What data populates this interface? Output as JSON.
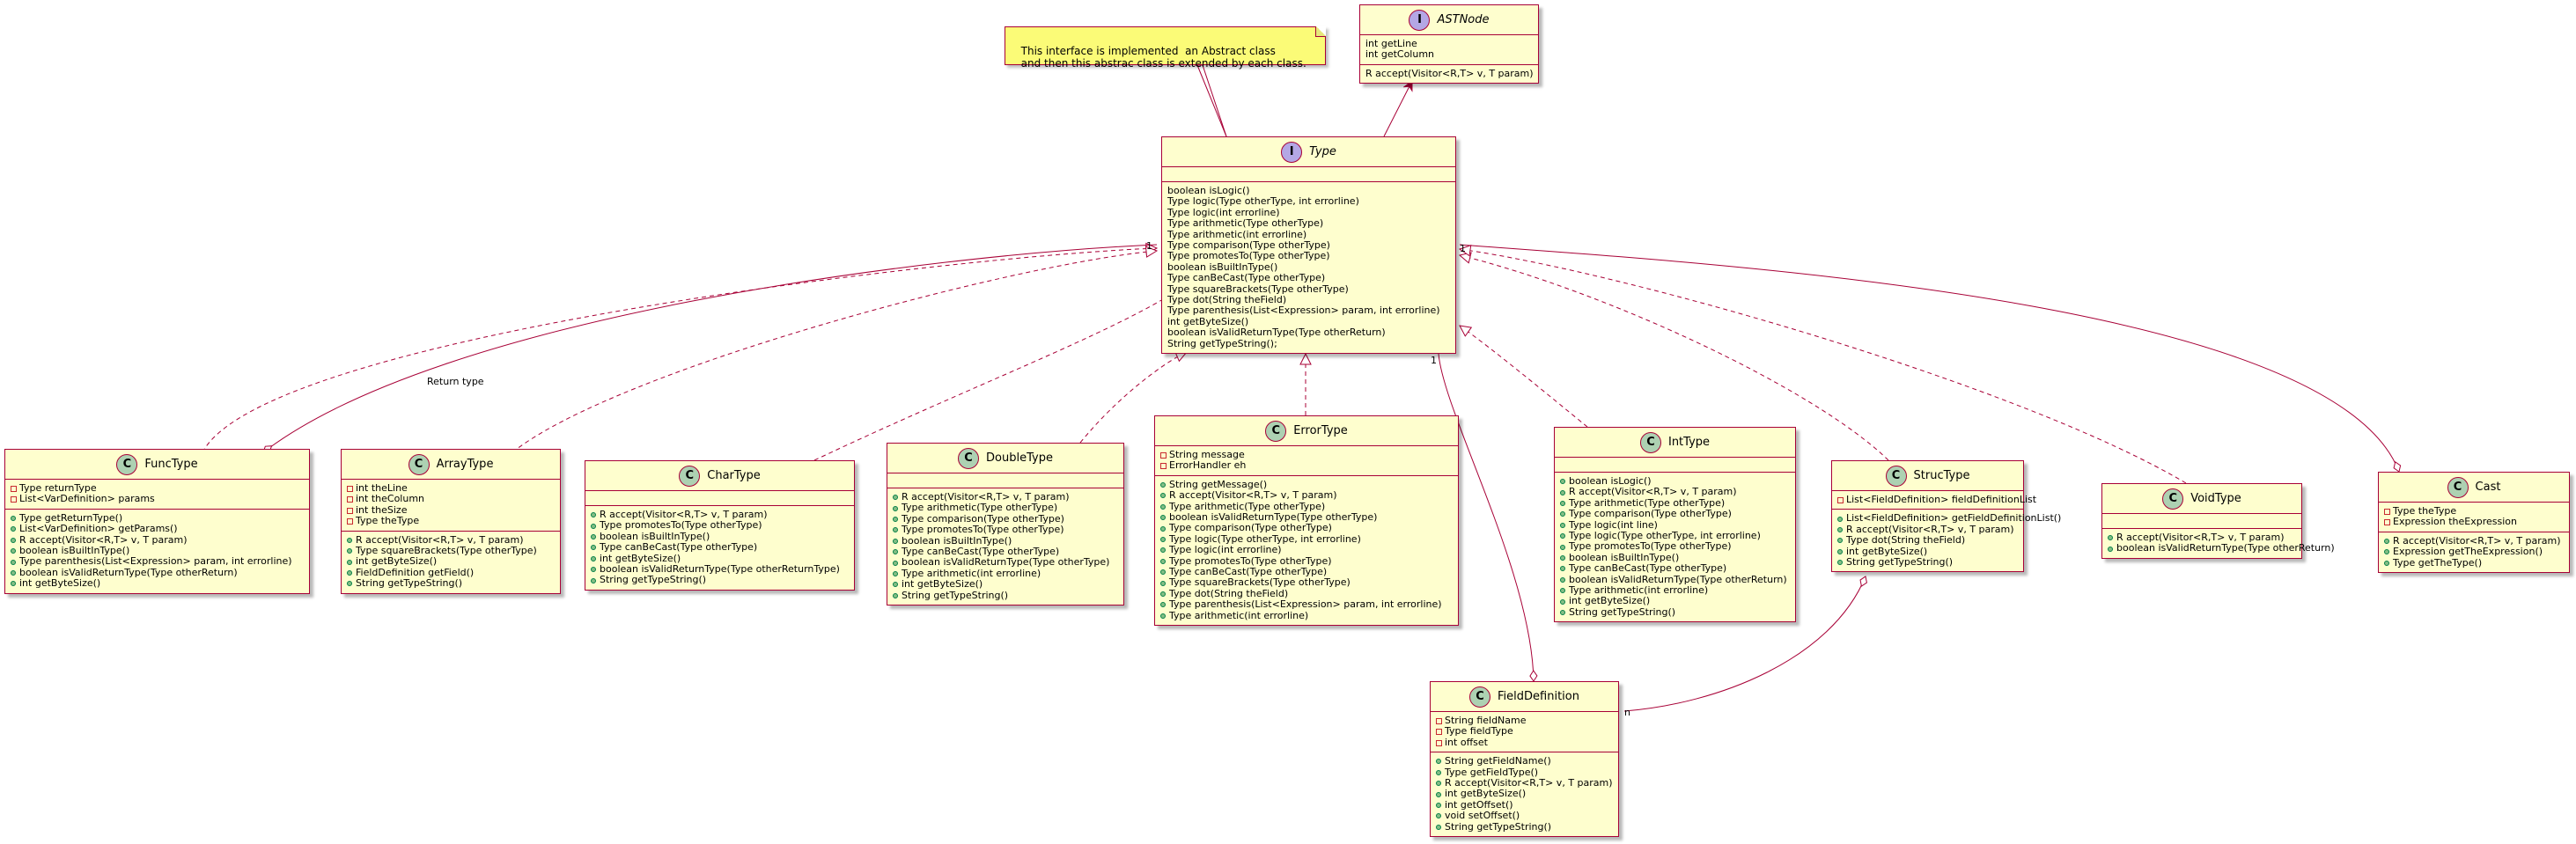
{
  "note": {
    "text": "This interface is implemented  an Abstract class\n  and then this abstrac class is extended by each class."
  },
  "classes": {
    "astnode": {
      "kind": "I",
      "name": "ASTNode",
      "fields": [
        "int getLine",
        "int getColumn"
      ],
      "methods": [
        "R accept(Visitor<R,T> v, T param)"
      ]
    },
    "type": {
      "kind": "I",
      "name": "Type",
      "fields": [],
      "methods": [
        "boolean isLogic()",
        "Type logic(Type otherType, int errorline)",
        "Type logic(int errorline)",
        "Type arithmetic(Type otherType)",
        "Type arithmetic(int errorline)",
        "Type comparison(Type otherType)",
        "Type promotesTo(Type otherType)",
        "boolean isBuiltInType()",
        "Type canBeCast(Type otherType)",
        "Type squareBrackets(Type otherType)",
        "Type dot(String theField)",
        "Type parenthesis(List<Expression> param, int errorline)",
        "int getByteSize()",
        "boolean isValidReturnType(Type otherReturn)",
        "String getTypeString();"
      ]
    },
    "functype": {
      "kind": "C",
      "name": "FuncType",
      "fields": [
        "Type returnType",
        "List<VarDefinition> params"
      ],
      "methods": [
        "Type getReturnType()",
        "List<VarDefinition> getParams()",
        "R accept(Visitor<R,T> v, T param)",
        "boolean isBuiltInType()",
        "Type parenthesis(List<Expression> param, int errorline)",
        "boolean isValidReturnType(Type otherReturn)",
        "int getByteSize()"
      ]
    },
    "arraytype": {
      "kind": "C",
      "name": "ArrayType",
      "fields": [
        "int theLine",
        "int theColumn",
        "int theSize",
        "Type theType"
      ],
      "methods": [
        "R accept(Visitor<R,T> v, T param)",
        "Type squareBrackets(Type otherType)",
        "int getByteSize()",
        "FieldDefinition getField()",
        "String getTypeString()"
      ]
    },
    "chartype": {
      "kind": "C",
      "name": "CharType",
      "fields": [],
      "methods": [
        "R accept(Visitor<R,T> v, T param)",
        "Type promotesTo(Type otherType)",
        "boolean isBuiltInType()",
        "Type canBeCast(Type otherType)",
        "int getByteSize()",
        "boolean isValidReturnType(Type otherReturnType)",
        "String getTypeString()"
      ]
    },
    "doubletype": {
      "kind": "C",
      "name": "DoubleType",
      "fields": [],
      "methods": [
        "R accept(Visitor<R,T> v, T param)",
        "Type arithmetic(Type otherType)",
        "Type comparison(Type otherType)",
        "Type promotesTo(Type otherType)",
        "boolean isBuiltInType()",
        "Type canBeCast(Type otherType)",
        "boolean isValidReturnType(Type otherType)",
        "Type arithmetic(int errorline)",
        "int getByteSize()",
        "String getTypeString()"
      ]
    },
    "errortype": {
      "kind": "C",
      "name": "ErrorType",
      "fields": [
        "String message",
        "ErrorHandler eh"
      ],
      "methods": [
        "String getMessage()",
        "R accept(Visitor<R,T> v, T param)",
        "Type arithmetic(Type otherType)",
        "boolean isValidReturnType(Type otherType)",
        "Type comparison(Type otherType)",
        "Type logic(Type otherType, int errorline)",
        "Type logic(int errorline)",
        "Type promotesTo(Type otherType)",
        "Type canBeCast(Type otherType)",
        "Type squareBrackets(Type otherType)",
        "Type dot(String theField)",
        "Type parenthesis(List<Expression> param, int errorline)",
        "Type arithmetic(int errorline)"
      ]
    },
    "inttype": {
      "kind": "C",
      "name": "IntType",
      "fields": [],
      "methods": [
        "boolean isLogic()",
        "R accept(Visitor<R,T> v, T param)",
        "Type arithmetic(Type otherType)",
        "Type comparison(Type otherType)",
        "Type logic(int line)",
        "Type logic(Type otherType, int errorline)",
        "Type promotesTo(Type otherType)",
        "boolean isBuiltInType()",
        "Type canBeCast(Type otherType)",
        "boolean isValidReturnType(Type otherReturn)",
        "Type arithmetic(int errorline)",
        "int getByteSize()",
        "String getTypeString()"
      ]
    },
    "structype": {
      "kind": "C",
      "name": "StrucType",
      "fields": [
        "List<FieldDefinition> fieldDefinitionList"
      ],
      "methods": [
        "List<FieldDefinition> getFieldDefinitionList()",
        "R accept(Visitor<R,T> v, T param)",
        "Type dot(String theField)",
        "int getByteSize()",
        "String getTypeString()"
      ]
    },
    "voidtype": {
      "kind": "C",
      "name": "VoidType",
      "fields": [],
      "methods": [
        "R accept(Visitor<R,T> v, T param)",
        "boolean isValidReturnType(Type otherReturn)"
      ]
    },
    "cast": {
      "kind": "C",
      "name": "Cast",
      "fields": [
        "Type theType",
        "Expression theExpression"
      ],
      "methods": [
        "R accept(Visitor<R,T> v, T param)",
        "Expression getTheExpression()",
        "Type getTheType()"
      ]
    },
    "fielddefinition": {
      "kind": "C",
      "name": "FieldDefinition",
      "fields": [
        "String fieldName",
        "Type fieldType",
        "int offset"
      ],
      "methods": [
        "String getFieldName()",
        "Type getFieldType()",
        "R accept(Visitor<R,T> v, T param)",
        "int getByteSize()",
        "int getOffset()",
        "void setOffset()",
        "String getTypeString()"
      ]
    }
  },
  "labels": {
    "return_type": "Return type",
    "mult_func": "1",
    "mult_cast": "1",
    "mult_field_type": "1",
    "mult_struct": "n"
  }
}
